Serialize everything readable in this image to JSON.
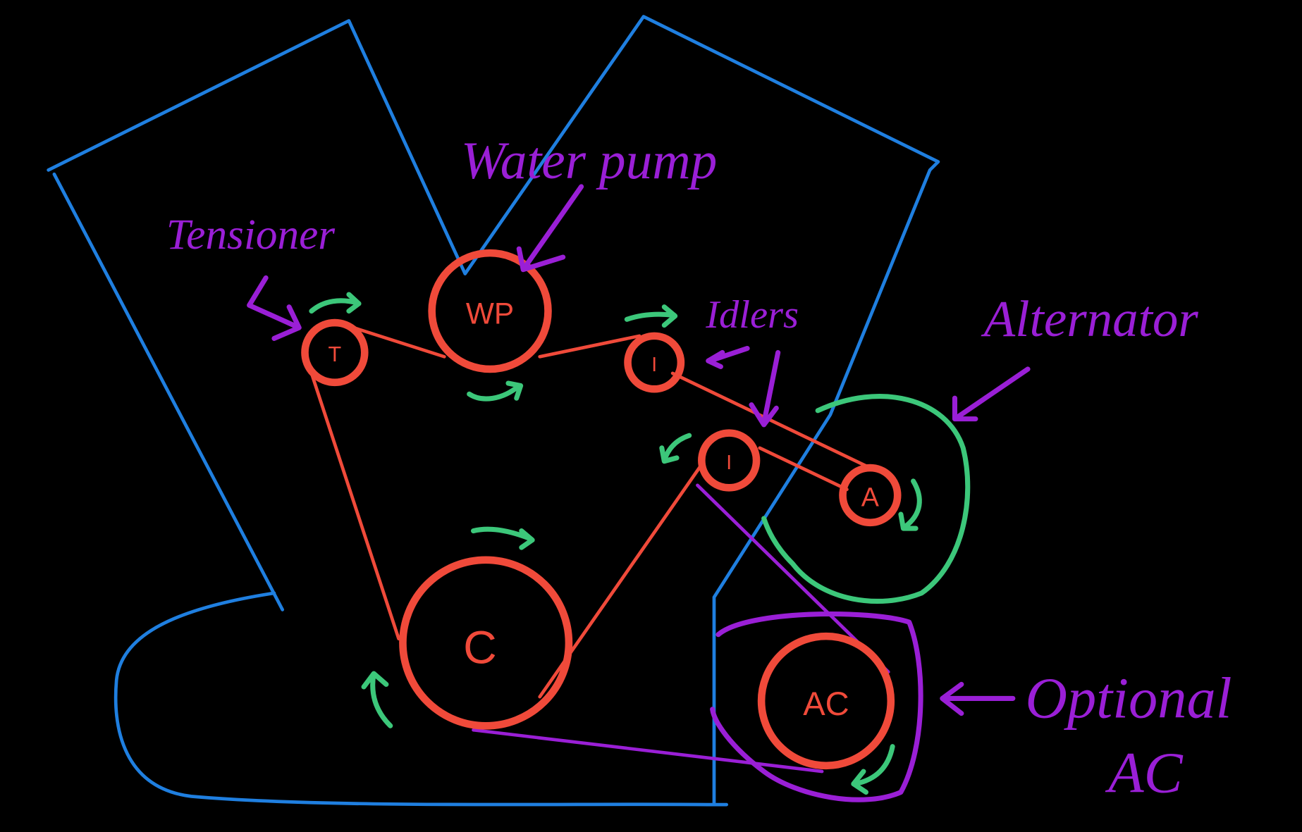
{
  "labels": {
    "water_pump": "Water pump",
    "tensioner": "Tensioner",
    "idlers": "Idlers",
    "alternator": "Alternator",
    "optional": "Optional",
    "ac": "AC"
  },
  "pulleys": {
    "tensioner": "T",
    "water_pump": "WP",
    "idler1": "I",
    "idler2": "I",
    "alternator": "A",
    "crank": "C",
    "ac": "AC"
  },
  "colors": {
    "background": "#000000",
    "outline": "#1f7fe0",
    "pulley": "#f04a3a",
    "rotation": "#3cc77a",
    "annotation": "#9a1fd6"
  }
}
